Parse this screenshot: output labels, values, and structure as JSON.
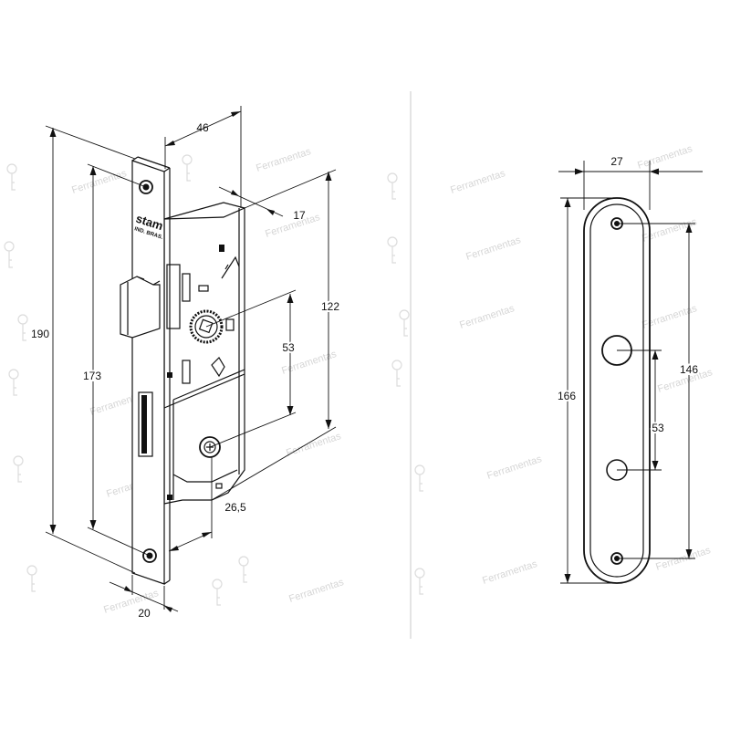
{
  "lock_body": {
    "brand_name": "stam",
    "brand_sub": "IND. BRAS.",
    "dimensions": {
      "total_height": "190",
      "screw_spacing": "173",
      "faceplate_depth": "46",
      "backset_offset": "17",
      "spindle_to_bottom": "122",
      "spindle_to_cylinder": "53",
      "cylinder_offset": "26,5",
      "faceplate_width": "20"
    }
  },
  "escutcheon": {
    "dimensions": {
      "width": "27",
      "total_height": "166",
      "screw_spacing": "146",
      "spindle_to_cylinder": "53"
    }
  },
  "watermark": {
    "text": "Ferramentas"
  }
}
